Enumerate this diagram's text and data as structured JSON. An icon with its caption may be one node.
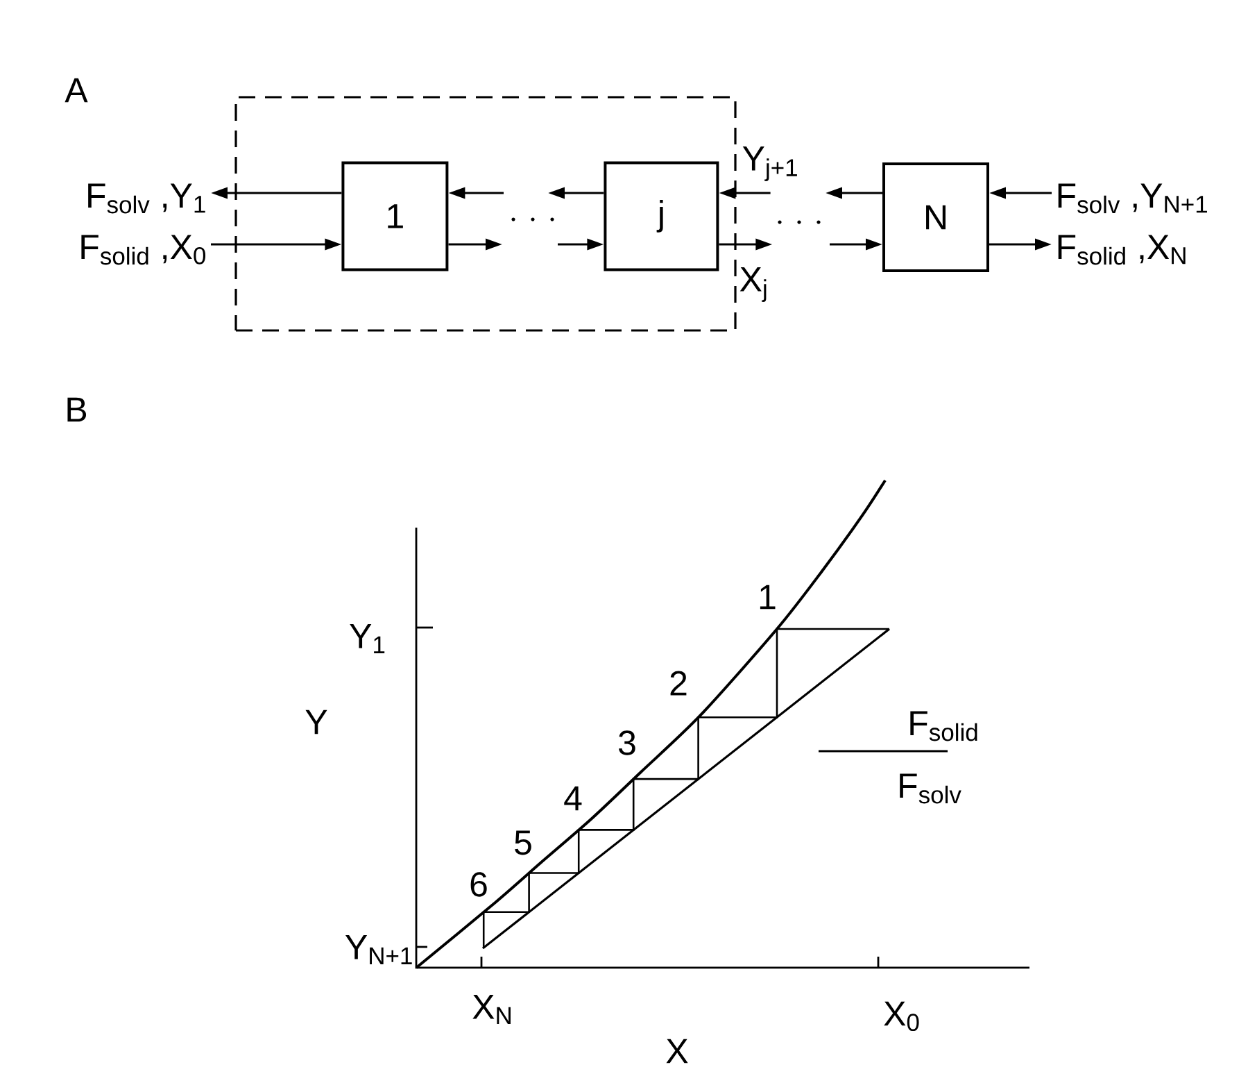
{
  "diagram": {
    "nodes": [
      {
        "text": [],
        "shape": "box"
      },
      {
        "text": [
          "1"
        ],
        "in": 0
      },
      {
        "text": [
          "j"
        ],
        "in": 0
      },
      {
        "text": [
          "N"
        ]
      },
      {
        "text": [
          "F$_{solv}$ ,Y$_{1}$"
        ]
      },
      {
        "text": [
          "F$_{solid}$ ,X$_{0}$"
        ]
      },
      {
        "text": [
          "F$_{solv}$ ,Y$_{N+1}$"
        ]
      },
      {
        "text": [
          "F$_{solid}$ ,X$_{N}$"
        ]
      },
      {
        "text": [
          "Y$_{j+1}$"
        ]
      },
      {
        "text": [
          "X$_{j}$"
        ]
      }
    ],
    "edges": [
      {
        "from": 1,
        "to": 4,
        "arrow": "to"
      },
      {
        "from": 5,
        "to": 1,
        "arrow": "to"
      },
      {
        "from": null,
        "to": 1,
        "arrow": "to"
      },
      {
        "from": 1,
        "to": null,
        "arrow": "to"
      },
      {
        "from": 2,
        "to": null,
        "arrow": "to"
      },
      {
        "from": null,
        "to": 2,
        "arrow": "to"
      },
      {
        "from": 8,
        "to": 2,
        "arrow": "to"
      },
      {
        "from": 2,
        "to": 9,
        "arrow": "to"
      },
      {
        "from": 3,
        "to": null,
        "arrow": "to"
      },
      {
        "from": null,
        "to": 3,
        "arrow": "to"
      },
      {
        "from": 6,
        "to": 3,
        "arrow": "to"
      },
      {
        "from": 3,
        "to": 7,
        "arrow": "to"
      }
    ],
    "labels": [
      "A",
      "B",
      "Y",
      "Y$_{1}$",
      "1",
      "2",
      "3",
      "4",
      "5",
      "6",
      "F$_{solid}$",
      "F$_{solv}$",
      "Y$_{N+1}$",
      "X$_{N}$",
      "X$_{0}$",
      "X"
    ]
  }
}
